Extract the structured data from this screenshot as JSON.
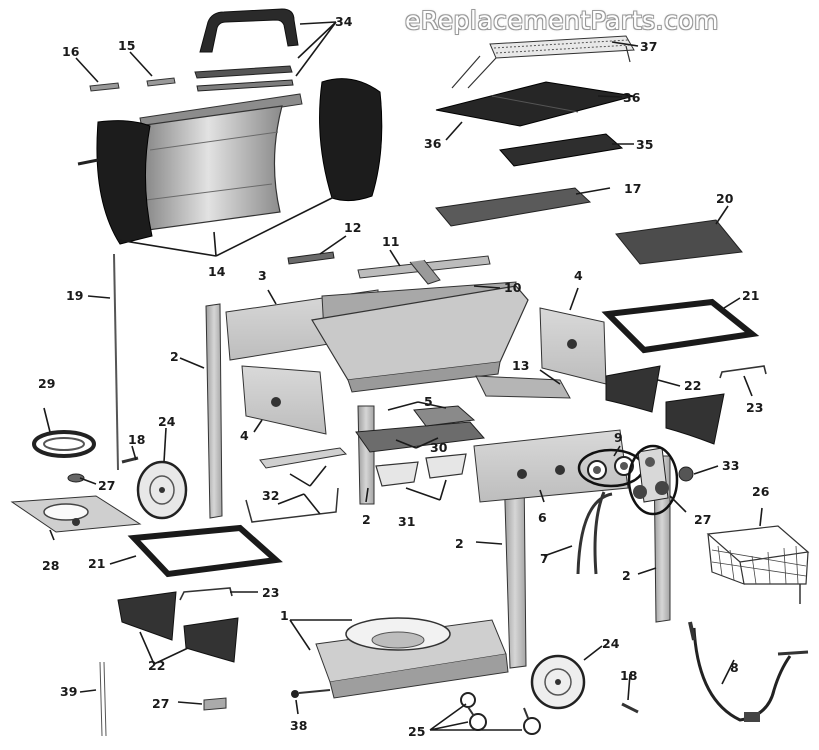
{
  "watermark": "eReplacementParts.com",
  "callouts": {
    "c1": "1",
    "c2a": "2",
    "c2b": "2",
    "c2c": "2",
    "c2d": "2",
    "c3": "3",
    "c4a": "4",
    "c4b": "4",
    "c5": "5",
    "c6": "6",
    "c7": "7",
    "c8": "8",
    "c9": "9",
    "c10": "10",
    "c11": "11",
    "c12": "12",
    "c13": "13",
    "c14": "14",
    "c15": "15",
    "c16": "16",
    "c17": "17",
    "c18a": "18",
    "c18b": "18",
    "c19": "19",
    "c20": "20",
    "c21a": "21",
    "c21b": "21",
    "c22a": "22",
    "c22b": "22",
    "c23a": "23",
    "c23b": "23",
    "c24a": "24",
    "c24b": "24",
    "c25": "25",
    "c26": "26",
    "c27a": "27",
    "c27b": "27",
    "c27c": "27",
    "c28": "28",
    "c29": "29",
    "c30": "30",
    "c31": "31",
    "c32": "32",
    "c33": "33",
    "c34": "34",
    "c35": "35",
    "c36a": "36",
    "c36b": "36",
    "c37": "37",
    "c38": "38",
    "c39": "39"
  }
}
